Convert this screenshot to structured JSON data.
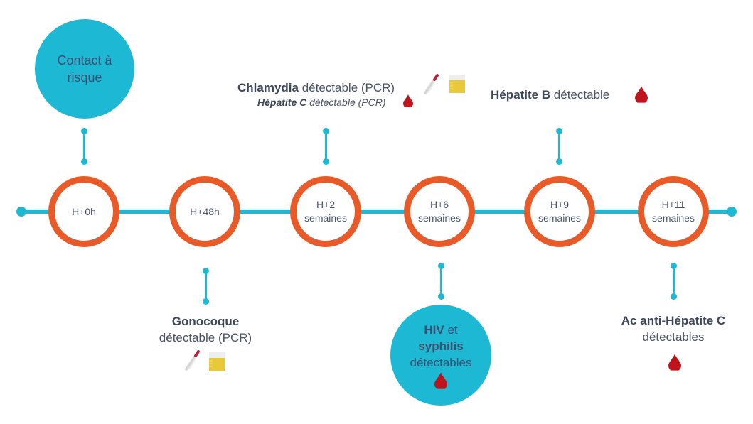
{
  "colors": {
    "accent": "#1db8d4",
    "ring": "#e85a28",
    "blood": "#c0141c",
    "text": "#4a5268",
    "urine": "#e8c93a"
  },
  "start_bubble": {
    "line1": "Contact à",
    "line2": "risque"
  },
  "nodes": [
    {
      "line1": "H+0h",
      "line2": ""
    },
    {
      "line1": "H+48h",
      "line2": ""
    },
    {
      "line1": "H+2",
      "line2": "semaines"
    },
    {
      "line1": "H+6",
      "line2": "semaines"
    },
    {
      "line1": "H+9",
      "line2": "semaines"
    },
    {
      "line1": "H+11",
      "line2": "semaines"
    }
  ],
  "events": {
    "chlamydia": {
      "bold": "Chlamydia",
      "rest": " détectable (PCR)",
      "sub_bold": "Hépatite C",
      "sub_rest": " détectable (PCR)",
      "icons": [
        "swab-icon",
        "urine-cup-icon",
        "blood-drop-icon"
      ]
    },
    "hepb": {
      "bold": "Hépatite B",
      "rest": " détectable",
      "icons": [
        "blood-drop-icon"
      ]
    },
    "gono": {
      "bold": "Gonocoque",
      "rest": "détectable (PCR)",
      "icons": [
        "swab-icon",
        "urine-cup-icon"
      ]
    },
    "hiv": {
      "bold1": "HIV",
      "rest1": " et",
      "bold2": "syphilis",
      "rest2": "détectables",
      "icons": [
        "blood-drop-icon"
      ]
    },
    "ac": {
      "bold": "Ac anti-Hépatite C",
      "rest": "détectables",
      "icons": [
        "blood-drop-icon"
      ]
    }
  }
}
